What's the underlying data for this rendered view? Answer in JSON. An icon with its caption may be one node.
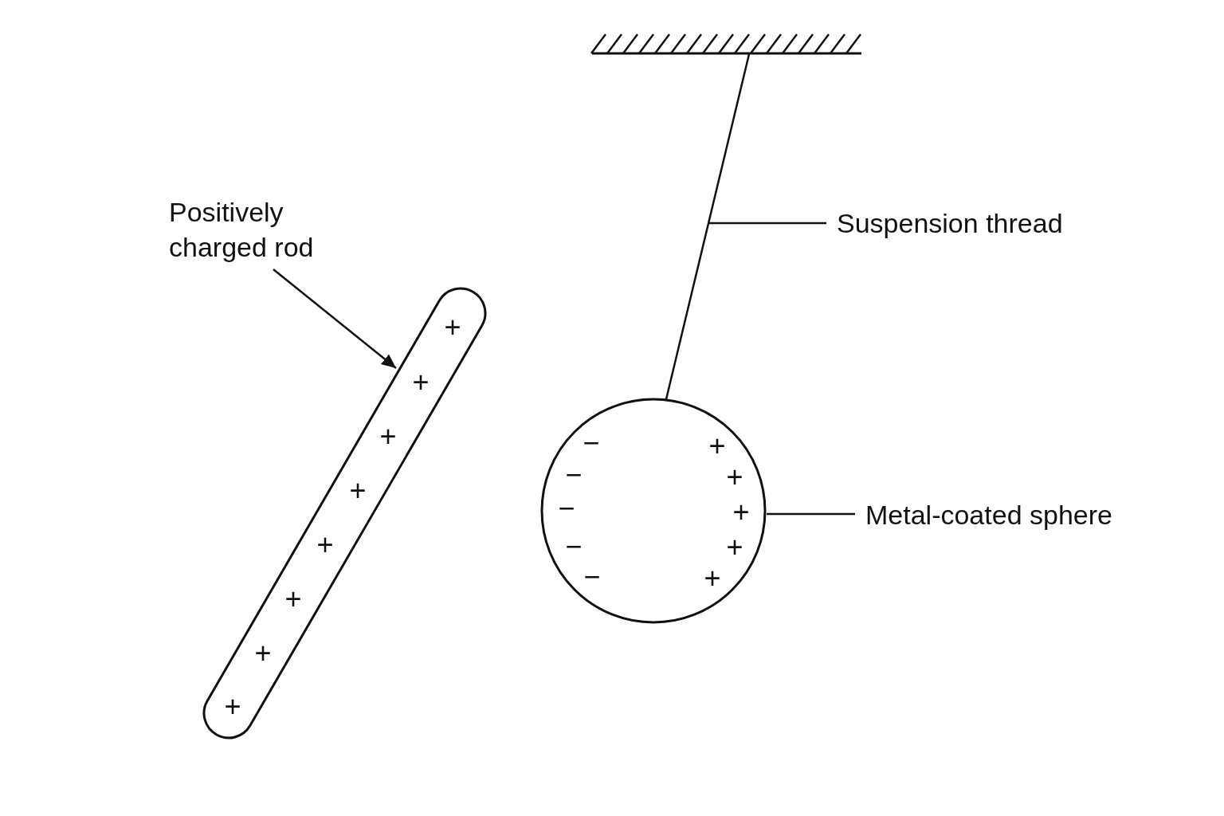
{
  "diagram": {
    "nodes": [
      {
        "text": [
          "Positively charged rod"
        ]
      },
      {
        "text": [
          "+",
          "+",
          "+",
          "+",
          "+",
          "+",
          "+",
          "+"
        ]
      },
      {
        "text": [
          "Suspension thread"
        ]
      },
      {
        "text": [],
        "shape": "line"
      },
      {
        "text": [
          "Metal-coated sphere"
        ]
      },
      {
        "text": [
          "−",
          "−",
          "−",
          "−",
          "−",
          "+",
          "+",
          "+",
          "+",
          "+"
        ]
      }
    ],
    "edges": [
      {
        "from": 0,
        "to": 1,
        "arrow": "to"
      },
      {
        "from": 2,
        "to": 3,
        "arrow": "none"
      },
      {
        "from": 4,
        "to": 5,
        "arrow": "none"
      }
    ]
  }
}
